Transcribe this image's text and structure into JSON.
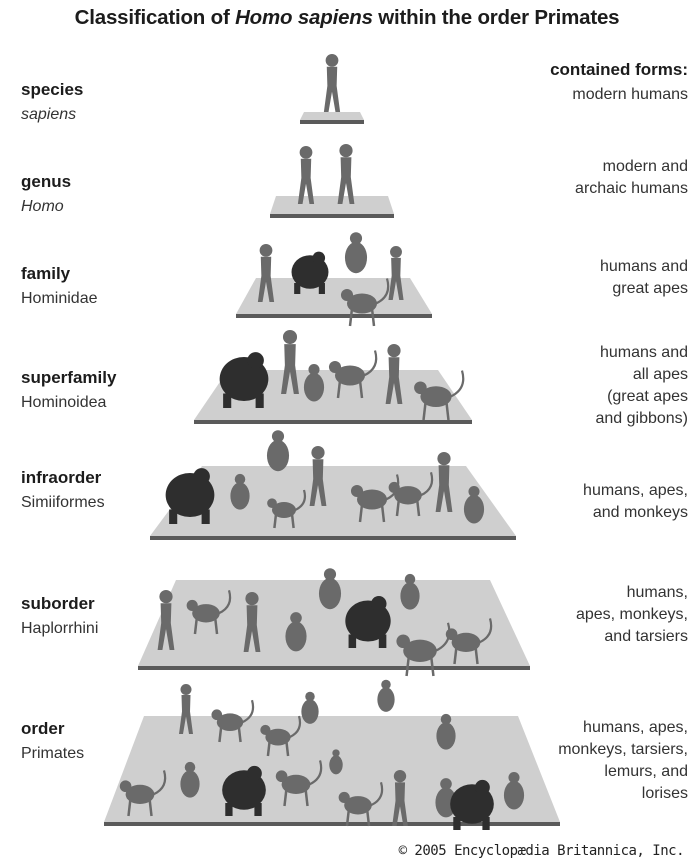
{
  "title": {
    "prefix": "Classification of ",
    "italic": "Homo sapiens",
    "suffix": " within the order Primates"
  },
  "contained_forms_heading": "contained forms:",
  "levels": [
    {
      "rank": "species",
      "taxon": "sapiens",
      "taxon_italic": true,
      "forms": "modern humans"
    },
    {
      "rank": "genus",
      "taxon": "Homo",
      "taxon_italic": true,
      "forms": "modern and\narchaic humans"
    },
    {
      "rank": "family",
      "taxon": "Hominidae",
      "taxon_italic": false,
      "forms": "humans and\ngreat apes"
    },
    {
      "rank": "superfamily",
      "taxon": "Hominoidea",
      "taxon_italic": false,
      "forms": "humans and\nall apes\n(great apes\nand gibbons)"
    },
    {
      "rank": "infraorder",
      "taxon": "Simiiformes",
      "taxon_italic": false,
      "forms": "humans, apes,\nand monkeys"
    },
    {
      "rank": "suborder",
      "taxon": "Haplorrhini",
      "taxon_italic": false,
      "forms": "humans,\napes, monkeys,\nand tarsiers"
    },
    {
      "rank": "order",
      "taxon": "Primates",
      "taxon_italic": false,
      "forms": "humans, apes,\nmonkeys, tarsiers,\nlemurs, and\nlorises"
    }
  ],
  "credit": "© 2005 Encyclopædia Britannica, Inc.",
  "colors": {
    "platform_top": "#cfcfcf",
    "platform_edge": "#5a5a5a",
    "figure": "#6a6a6a",
    "figure_dark": "#2e2e2e"
  }
}
